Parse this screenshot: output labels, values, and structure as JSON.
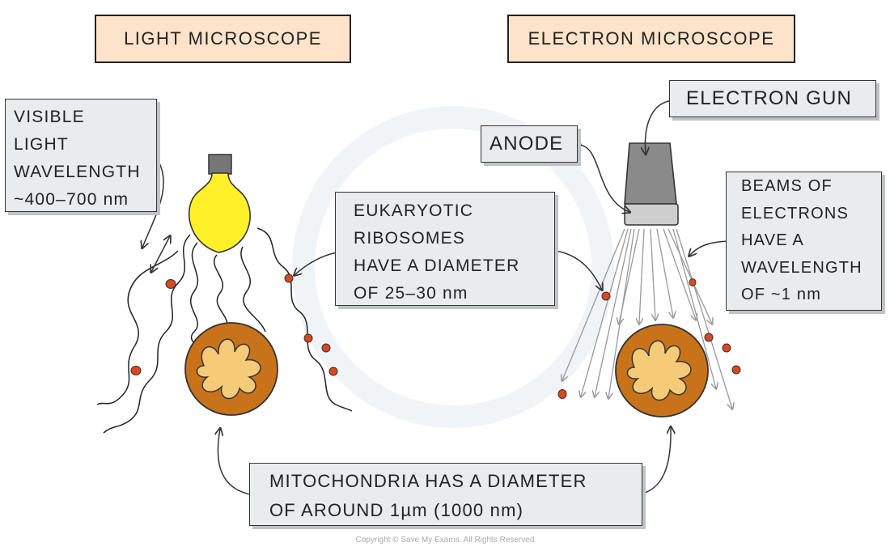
{
  "titles": {
    "light": "LIGHT MICROSCOPE",
    "electron": "ELECTRON MICROSCOPE"
  },
  "labels": {
    "visible_light": [
      "VISIBLE",
      "LIGHT",
      "WAVELENGTH",
      "~400–700 nm"
    ],
    "ribosomes": [
      "EUKARYOTIC",
      "RIBOSOMES",
      "HAVE A DIAMETER",
      "OF 25–30 nm"
    ],
    "electron_gun": "ELECTRON GUN",
    "anode": "ANODE",
    "beams": [
      "BEAMS OF",
      "ELECTRONS",
      "HAVE A",
      "WAVELENGTH",
      "OF ~1 nm"
    ],
    "mitochondria": [
      "MITOCHONDRIA HAS A DIAMETER",
      "OF AROUND 1µm (1000 nm)"
    ]
  },
  "copyright": "Copyright © Save My Exams. All Rights Reserved",
  "colors": {
    "title_fill": "#fde3c9",
    "label_fill": "#e9ebec",
    "bulb": "#fff02a",
    "mito_outer": "#c8731a",
    "mito_inner": "#f6cb78",
    "ribosome": "#d9481f",
    "gun": "#8a8a8a"
  }
}
